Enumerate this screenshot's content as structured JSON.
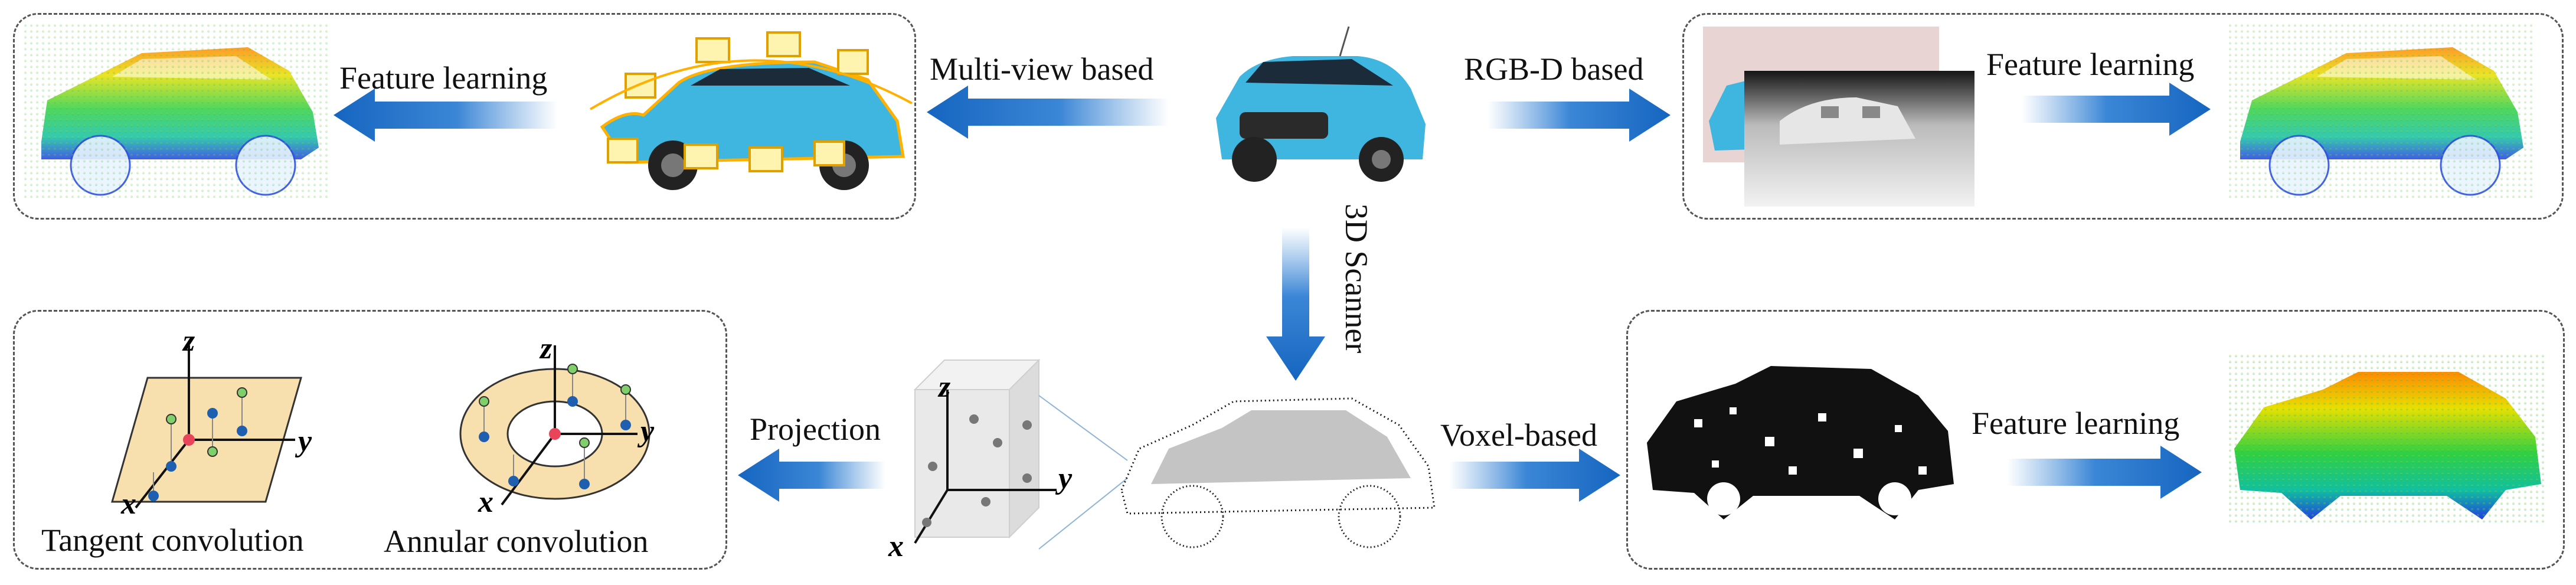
{
  "labels": {
    "feature_learning_top_left": "Feature learning",
    "multi_view": "Multi-view based",
    "rgbd": "RGB-D based",
    "feature_learning_top_right": "Feature learning",
    "scanner": "3D Scanner",
    "projection": "Projection",
    "voxel": "Voxel-based",
    "feature_learning_bottom_right": "Feature learning",
    "tangent": "Tangent convolution",
    "annular": "Annular convolution"
  },
  "axes": {
    "z": "z",
    "y": "y",
    "x": "x"
  },
  "colors": {
    "arrow_blue": "#1565c0",
    "car_body": "#3fb6e0",
    "plane_fill": "#f8dfae",
    "dot_blue": "#1f5fb0",
    "dot_green": "#7fd06a",
    "center_red": "#e8455a"
  }
}
